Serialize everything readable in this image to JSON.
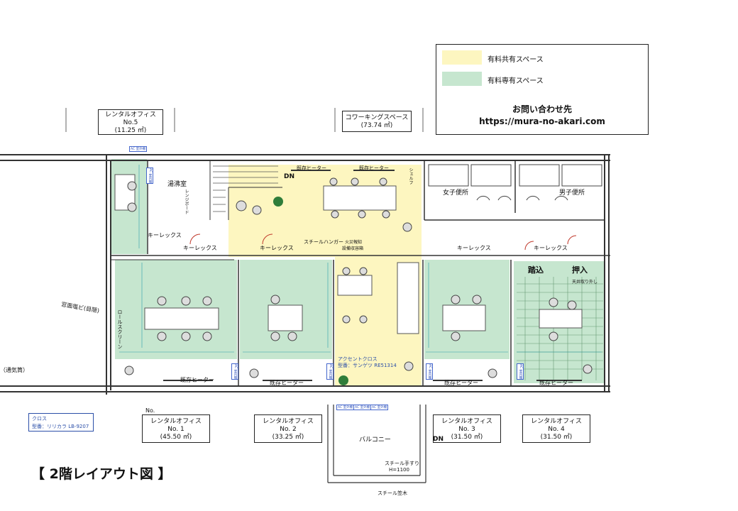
{
  "legend": {
    "shared_label": "有料共有スペース",
    "private_label": "有料専有スペース",
    "shared_color": "#fdf6c0",
    "private_color": "#c6e6cf",
    "contact_title": "お問い合わせ先",
    "contact_url": "https://mura-no-akari.com"
  },
  "title": "【 2階レイアウト図 】",
  "rooms": {
    "office5": {
      "name": "レンタルオフィス",
      "no": "No.5",
      "area": "(11.25 ㎡)"
    },
    "cowork": {
      "name": "コワーキングスペース",
      "area": "(73.74 ㎡)"
    },
    "office1": {
      "name": "レンタルオフィス",
      "no": "No. 1",
      "area": "(45.50 ㎡)"
    },
    "office2": {
      "name": "レンタルオフィス",
      "no": "No. 2",
      "area": "(33.25 ㎡)"
    },
    "office3": {
      "name": "レンタルオフィス",
      "no": "No. 3",
      "area": "(31.50 ㎡)"
    },
    "office4": {
      "name": "レンタルオフィス",
      "no": "No. 4",
      "area": "(31.50 ㎡)"
    }
  },
  "no_label": "No.",
  "cross_note": {
    "line1": "クロス",
    "line2": "型番：リリカラ LB-9207"
  },
  "accent_note": {
    "line1": "アクセントクロス",
    "line2": "型番：サンゲツ RE51314"
  },
  "labels": {
    "yuwakashi": "湯沸室",
    "range_board": "レンジボード",
    "women_wc": "女子便所",
    "men_wc": "男子便所",
    "kiless1": "キーレックス",
    "kiless2": "キーレックス",
    "kiless3": "キーレックス",
    "kiless4": "キーレックス",
    "kiless5": "キーレックス",
    "heater_top1": "既存ヒーター",
    "heater_top2": "既存ヒーター",
    "heater1": "既存ヒーター",
    "heater2": "既存ヒーター",
    "heater3": "既存ヒーター",
    "heater4": "既存ヒーター",
    "steel_hanger": "スチールハンガー",
    "fire_alarm1": "火災報知",
    "fire_alarm2": "設備収容箱",
    "roll_screen": "ロールスクリーン",
    "shelf": "シェルフ",
    "dn1": "DN",
    "dn2": "DN",
    "balcony": "バルコニー",
    "fumikomi": "踏込",
    "oshiire": "押入",
    "ceiling_note": "天井取り外し",
    "hand1": "窓面塩ビ(目隠)",
    "hand2": "（通気筒）",
    "hand3": "スチール手すり",
    "hand4": "H=1100",
    "hand5": "スチール笠木",
    "ac_outdoor": "AC 室外機",
    "ac_indoor": "AC 室内機"
  }
}
